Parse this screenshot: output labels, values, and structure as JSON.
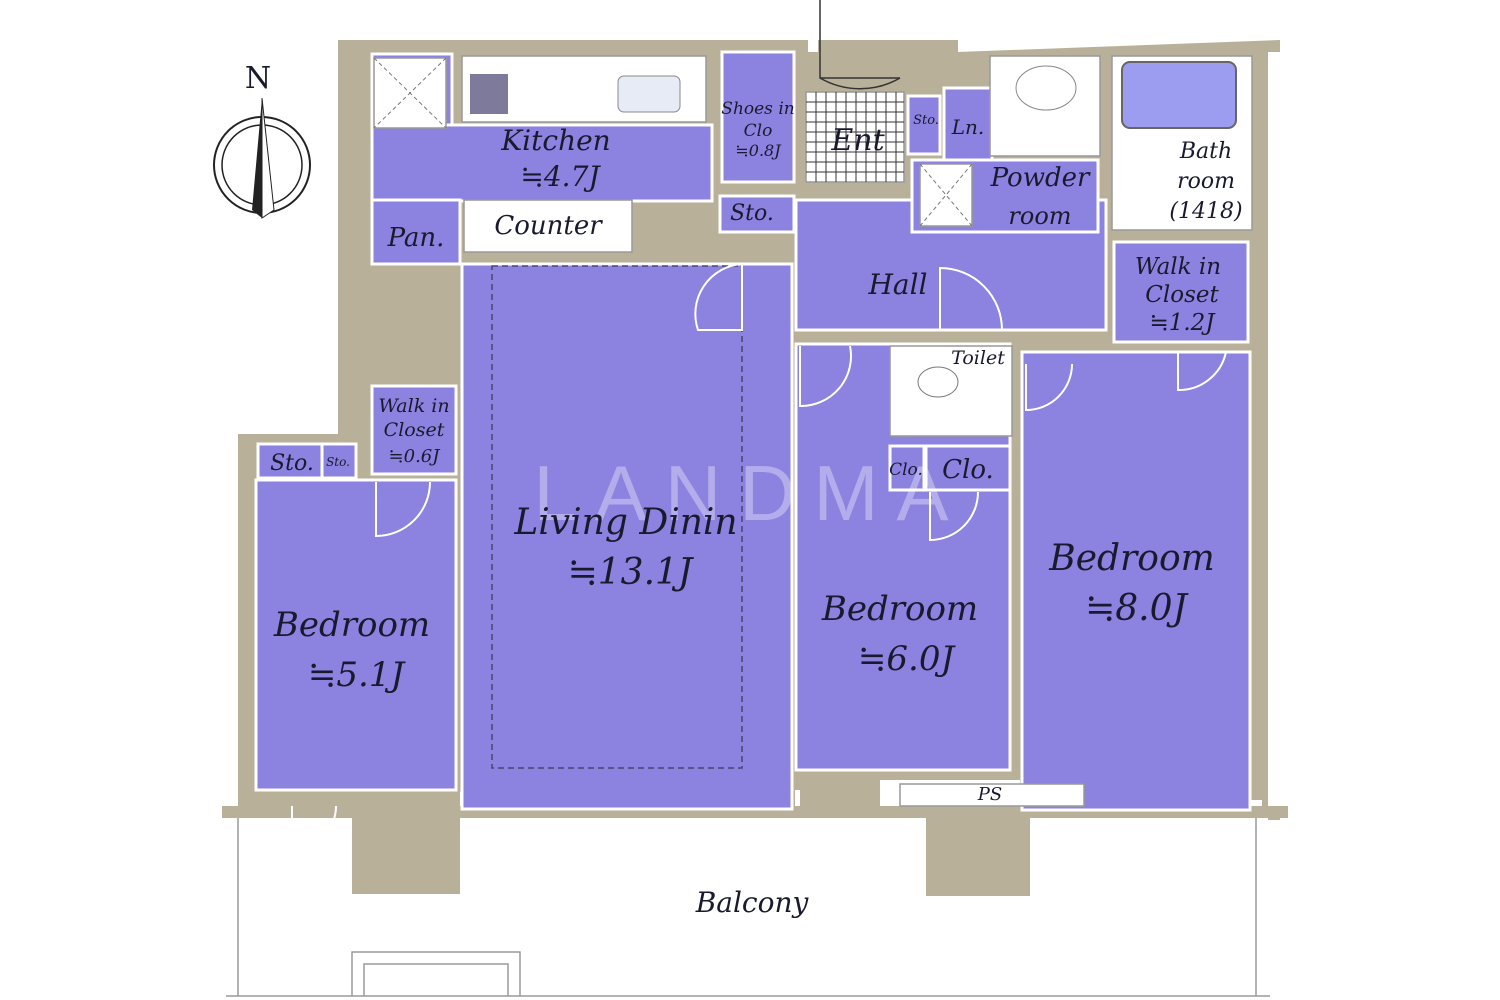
{
  "compass": {
    "label": "N",
    "icon": "north-arrow-icon"
  },
  "watermark": "LANDMA",
  "colors": {
    "room": "#8c82e0",
    "wall": "#b9b09a",
    "line": "#ffffff",
    "text": "#1a1a2e"
  },
  "rooms": {
    "kitchen": {
      "name": "Kitchen",
      "size": "≒4.7J"
    },
    "counter": "Counter",
    "pantry": "Pan.",
    "shoes_closet": {
      "name": "Shoes in Clo",
      "size": "≒0.8J"
    },
    "storage_hall": "Sto.",
    "entrance": "Ent",
    "storage_entry": "Sto.",
    "linen": "Ln.",
    "powder_room": "Powder room",
    "bath": {
      "name": "Bath room",
      "size": "(1418)"
    },
    "hall": "Hall",
    "walk_in_closet_right": {
      "name": "Walk in Closet",
      "size": "≒1.2J"
    },
    "toilet": "Toilet",
    "clo_small": "Clo.",
    "clo": "Clo.",
    "walk_in_closet_left": {
      "name": "Walk in Closet",
      "size": "≒0.6J"
    },
    "storage_left": "Sto.",
    "storage_left_small": "Sto.",
    "living_dining": {
      "name": "Living Dinin",
      "size": "≒13.1J"
    },
    "bedroom_left": {
      "name": "Bedroom",
      "size": "≒5.1J"
    },
    "bedroom_middle": {
      "name": "Bedroom",
      "size": "≒6.0J"
    },
    "bedroom_right": {
      "name": "Bedroom",
      "size": "≒8.0J"
    },
    "ps": "PS",
    "balcony": "Balcony"
  }
}
